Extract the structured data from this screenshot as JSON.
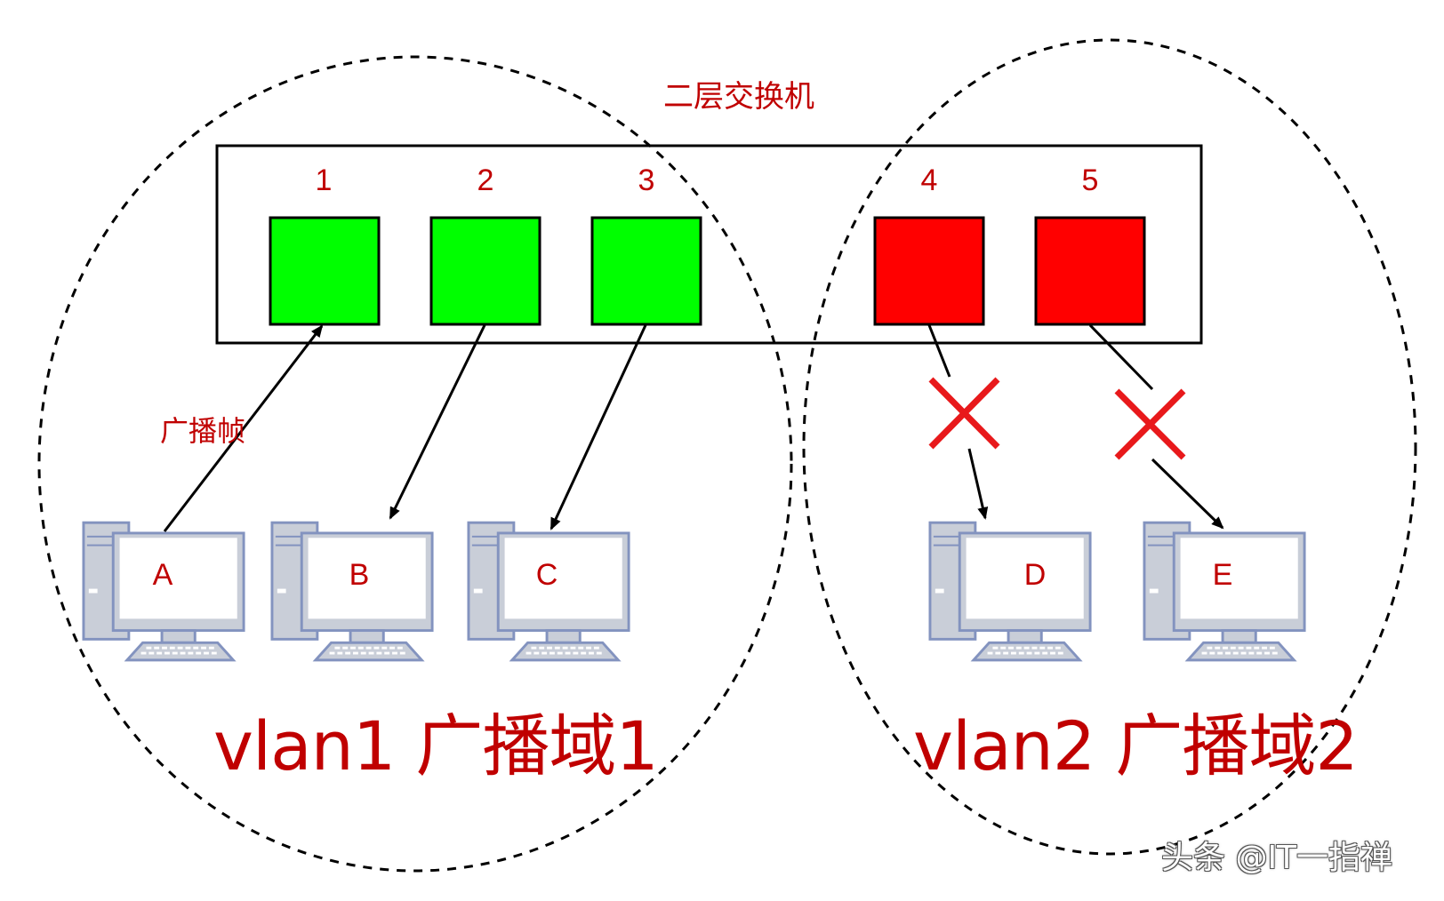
{
  "switch": {
    "title": "二层交换机",
    "ports": [
      {
        "number": "1",
        "color": "#00ff00"
      },
      {
        "number": "2",
        "color": "#00ff00"
      },
      {
        "number": "3",
        "color": "#00ff00"
      },
      {
        "number": "4",
        "color": "#ff0000"
      },
      {
        "number": "5",
        "color": "#ff0000"
      }
    ]
  },
  "frame_label": "广播帧",
  "computers": [
    {
      "label": "A"
    },
    {
      "label": "B"
    },
    {
      "label": "C"
    },
    {
      "label": "D"
    },
    {
      "label": "E"
    }
  ],
  "domains": [
    {
      "label": "vlan1 广播域1"
    },
    {
      "label": "vlan2 广播域2"
    }
  ],
  "watermark": "头条 @IT一指禅",
  "colors": {
    "accent_text": "#c00000",
    "vlan1_port": "#00ff00",
    "vlan2_port": "#ff0000",
    "blocked_mark": "#e8191b",
    "computer_body": "#c8cdd6",
    "computer_outline": "#7f8fb8"
  },
  "icons": {
    "blocked": "cross-icon",
    "computer": "desktop-computer-icon"
  }
}
